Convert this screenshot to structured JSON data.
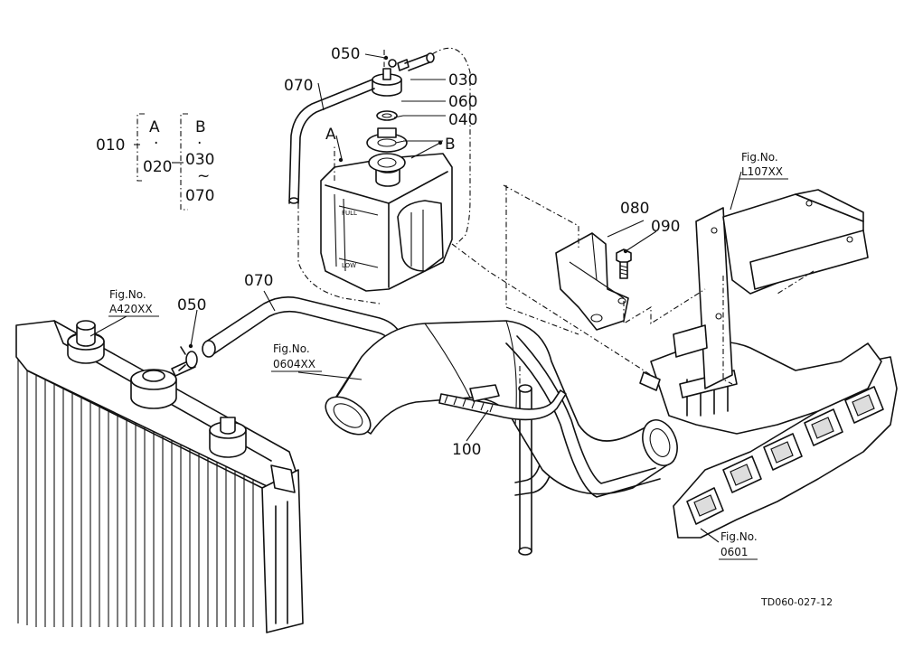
{
  "bracket_group": {
    "main_part": "010",
    "group_a": {
      "title": "A",
      "dot": "·",
      "part": "020"
    },
    "group_b": {
      "title": "B",
      "dot": "·",
      "from": "030",
      "tilde": "~",
      "to": "070"
    }
  },
  "callouts": {
    "p050_top": "050",
    "p030": "030",
    "p060": "060",
    "p040": "040",
    "p070_top": "070",
    "mark_a": "A",
    "mark_b": "B",
    "p080": "080",
    "p090": "090",
    "p070_mid": "070",
    "p050_left": "050",
    "p100": "100"
  },
  "fig_refs": {
    "radiator": {
      "caption": "Fig.No.",
      "number": "A420XX"
    },
    "intake": {
      "caption": "Fig.No.",
      "number": "0604XX"
    },
    "bracket": {
      "caption": "Fig.No.",
      "number": "L107XX"
    },
    "manifold": {
      "caption": "Fig.No.",
      "number": "0601"
    }
  },
  "tank_marks": {
    "full": "FULL",
    "low": "LOW"
  },
  "drawing_code": "TD060-027-12"
}
